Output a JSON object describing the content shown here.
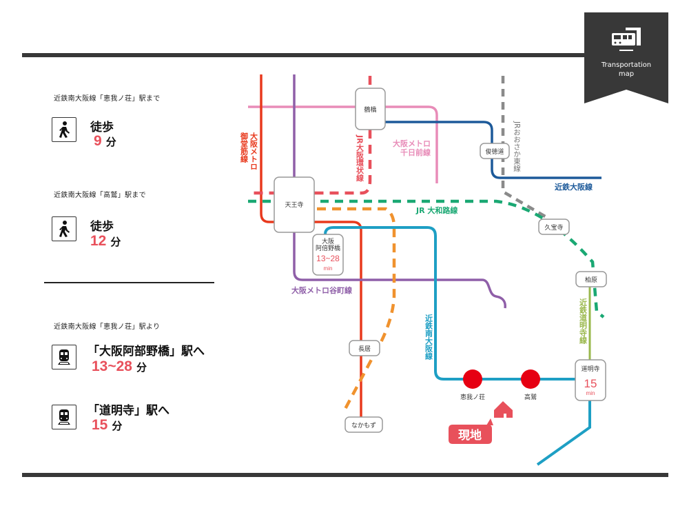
{
  "header": {
    "ribbon_icon": "train-icon",
    "ribbon_title_line1": "Transportation",
    "ribbon_title_line2": "map"
  },
  "access": {
    "walk": [
      {
        "caption": "近鉄南大阪線「恵我ノ荘」駅まで",
        "icon": "walking-person-icon",
        "mode": "徒歩",
        "minutes": "9",
        "unit": "分"
      },
      {
        "caption": "近鉄南大阪線「高鷲」駅まで",
        "icon": "walking-person-icon",
        "mode": "徒歩",
        "minutes": "12",
        "unit": "分"
      }
    ],
    "train_caption": "近鉄南大阪線「恵我ノ荘」駅より",
    "train": [
      {
        "icon": "train-icon",
        "destination": "「大阪阿部野橋」駅へ",
        "minutes": "13~28",
        "unit": "分"
      },
      {
        "icon": "train-icon",
        "destination": "「道明寺」駅へ",
        "minutes": "15",
        "unit": "分"
      }
    ]
  },
  "map": {
    "colors": {
      "midosuji": "#e8391d",
      "tanimachi": "#8f5fa8",
      "sennichimae": "#e88cb8",
      "kintetsu_osaka": "#1d5a9a",
      "jr_loop": "#e8505b",
      "jr_yamatoji": "#1aa873",
      "jr_osaka_higashi": "#8a8a8a",
      "kintetsu_minami_osaka": "#1e9fc4",
      "kintetsu_domyoji": "#9ab84c",
      "orange_line": "#f0922e",
      "station_dot": "#e60012",
      "here": "#e8505b"
    },
    "lines": {
      "midosuji": [
        "大阪メトロ",
        "御堂筋線"
      ],
      "jr_loop": "JR大阪環状線",
      "sennichimae": [
        "大阪メトロ",
        "千日前線"
      ],
      "jr_osaka_higashi": "JRおおさか東線",
      "kintetsu_osaka": "近鉄大阪線",
      "jr_yamatoji": "JR 大和路線",
      "tanimachi": "大阪メトロ谷町線",
      "kintetsu_minami_osaka": "近鉄南大阪線",
      "kintetsu_domyoji": "近鉄道明寺線"
    },
    "stations": {
      "tsuruhashi": "鶴橋",
      "tennoji": "天王寺",
      "shuntokumichi": "俊徳道",
      "kyuhoji": "久宝寺",
      "kashiwara": "柏原",
      "abeno_line1": "大阪",
      "abeno_line2": "阿倍野橋",
      "abeno_time": "13~28",
      "abeno_unit": "min",
      "nagai": "長居",
      "nakamozu": "なかもず",
      "eganosho": "恵我ノ荘",
      "takawashi": "高鷲",
      "domyoji": "道明寺",
      "domyoji_time": "15",
      "domyoji_unit": "min"
    },
    "here_label": "現地",
    "here_icon": "house-icon"
  }
}
